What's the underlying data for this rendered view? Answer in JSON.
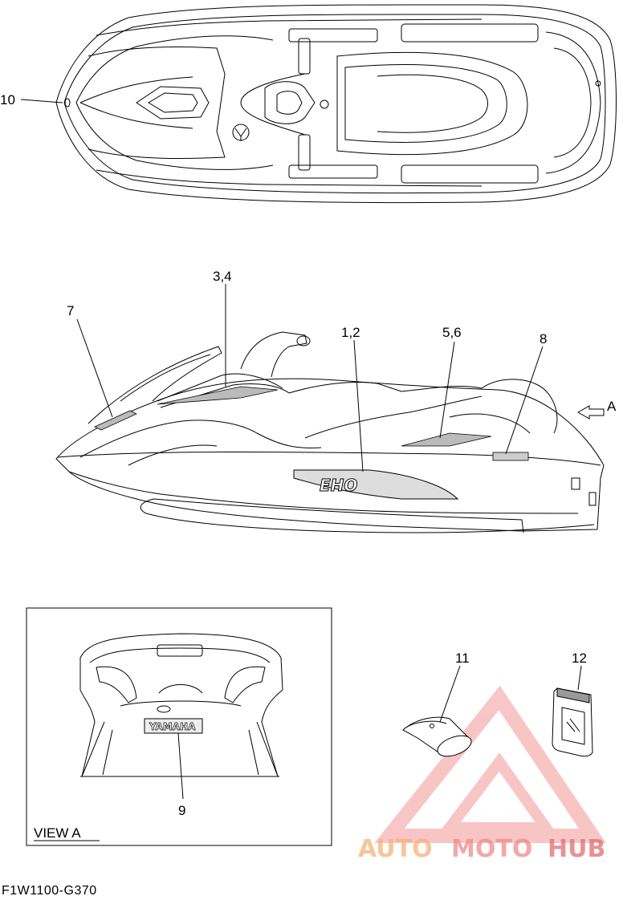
{
  "callouts": {
    "c1_2": "1,2",
    "c3_4": "3,4",
    "c5_6": "5,6",
    "c7": "7",
    "c8": "8",
    "c9": "9",
    "c10": "10",
    "c11": "11",
    "c12": "12",
    "view_arrow": "A"
  },
  "view_box": {
    "title": "VIEW A"
  },
  "decals": {
    "side_decal": "EHO",
    "rear_badge": "YAMAHA"
  },
  "diagram_code": "F1W1100-G370",
  "watermark": {
    "part1": "AUTO",
    "part2": "MOTO",
    "part3": "HUB",
    "color1": "#f5b27a",
    "color2": "#f08a8a",
    "color3": "#e07070"
  }
}
